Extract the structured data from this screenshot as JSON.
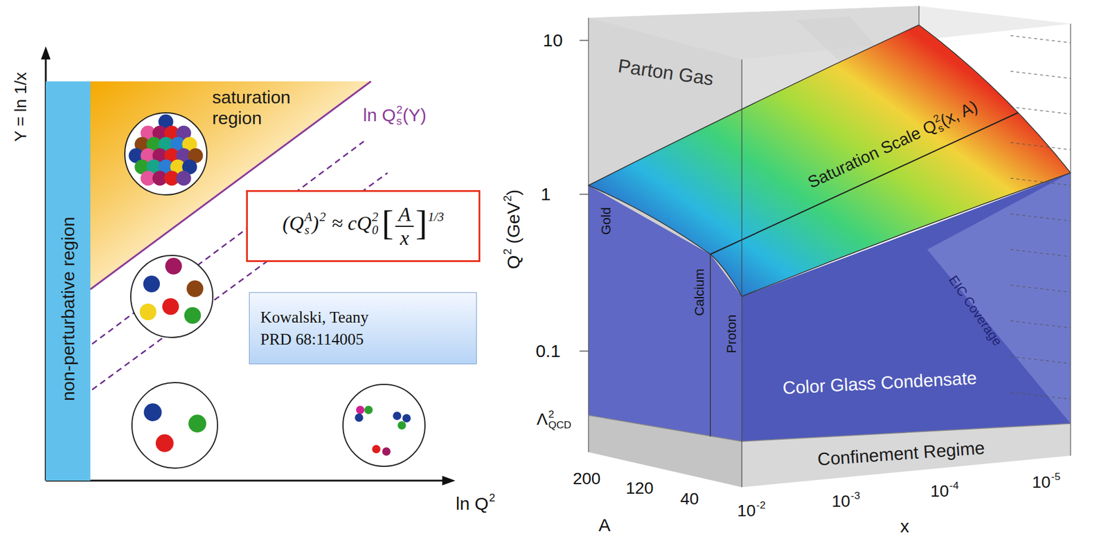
{
  "diagram": {
    "nodes": [
      {
        "text": [
          "non-perturbative region"
        ]
      },
      {
        "text": [
          "saturation region"
        ]
      },
      {
        "text": [
          "(Q",
          "A",
          "s",
          ")",
          "2",
          "≈ cQ",
          "2",
          "0",
          "[",
          "A",
          "x",
          "]",
          "1/3"
        ]
      },
      {
        "text": [
          "Kowalski, Teany",
          "PRD 68:114005"
        ]
      }
    ],
    "labels": [
      "Y = ln 1/x",
      "ln Q",
      "2",
      "s",
      "(Y)",
      "ln Q",
      "2",
      "10",
      "1",
      "0.1",
      "Λ",
      "2",
      "QCD",
      "Q",
      "2",
      "(GeV",
      "2",
      ")",
      "Parton Gas",
      "Saturation Scale Q",
      "2",
      "s",
      "(x, A)",
      "Gold",
      "Calcium",
      "Proton",
      "EIC Coverage",
      "Color Glass Condensate",
      "Confinement Regime",
      "200",
      "120",
      "40",
      "A",
      "10",
      "-2",
      "10",
      "-3",
      "10",
      "-4",
      "10",
      "-5",
      "x"
    ]
  }
}
